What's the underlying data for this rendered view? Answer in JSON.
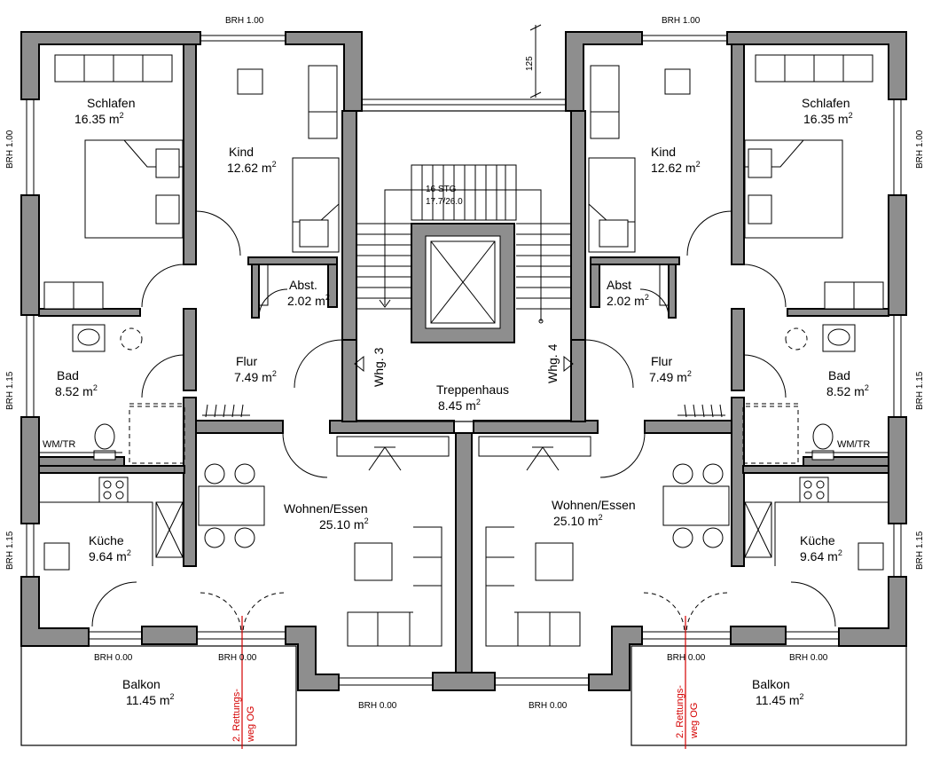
{
  "colors": {
    "wall": "#8e8e8e",
    "line": "#000000",
    "escape_route": "#d40000",
    "background": "#ffffff"
  },
  "dimensions": {
    "brh_top_left": "BRH 1.00",
    "brh_top_right": "BRH 1.00",
    "brh_left_1": "BRH 1.00",
    "brh_left_2": "BRH 1.15",
    "brh_left_3": "BRH 1.15",
    "brh_right_1": "BRH 1.00",
    "brh_right_2": "BRH 1.15",
    "brh_right_3": "BRH 1.15",
    "brh_balcony_l1": "BRH 0.00",
    "brh_balcony_l2": "BRH 0.00",
    "brh_balcony_r1": "BRH 0.00",
    "brh_balcony_r2": "BRH 0.00",
    "brh_bottom_1": "BRH 0.00",
    "brh_bottom_2": "BRH 0.00",
    "stair_gap": "125"
  },
  "stairs": {
    "steps": "16 STG",
    "ratio": "17.7/26.0"
  },
  "rooms_left": {
    "schlafen": {
      "name": "Schlafen",
      "area": "16.35 m"
    },
    "kind": {
      "name": "Kind",
      "area": "12.62 m"
    },
    "abst": {
      "name": "Abst.",
      "area": "2.02 m"
    },
    "bad": {
      "name": "Bad",
      "area": "8.52 m"
    },
    "wmtr": {
      "name": "WM/TR"
    },
    "flur": {
      "name": "Flur",
      "area": "7.49 m"
    },
    "kueche": {
      "name": "Küche",
      "area": "9.64 m"
    },
    "wohnen": {
      "name": "Wohnen/Essen",
      "area": "25.10 m"
    },
    "balkon": {
      "name": "Balkon",
      "area": "11.45 m"
    },
    "unit": "Whg. 3"
  },
  "rooms_right": {
    "schlafen": {
      "name": "Schlafen",
      "area": "16.35 m"
    },
    "kind": {
      "name": "Kind",
      "area": "12.62 m"
    },
    "abst": {
      "name": "Abst",
      "area": "2.02 m"
    },
    "bad": {
      "name": "Bad",
      "area": "8.52 m"
    },
    "wmtr": {
      "name": "WM/TR"
    },
    "flur": {
      "name": "Flur",
      "area": "7.49 m"
    },
    "kueche": {
      "name": "Küche",
      "area": "9.64 m"
    },
    "wohnen": {
      "name": "Wohnen/Essen",
      "area": "25.10 m"
    },
    "balkon": {
      "name": "Balkon",
      "area": "11.45 m"
    },
    "unit": "Whg. 4"
  },
  "treppenhaus": {
    "name": "Treppenhaus",
    "area": "8.45 m"
  },
  "sq": "2",
  "escape_route": {
    "line1": "2. Rettungs-",
    "line2": "weg OG"
  }
}
